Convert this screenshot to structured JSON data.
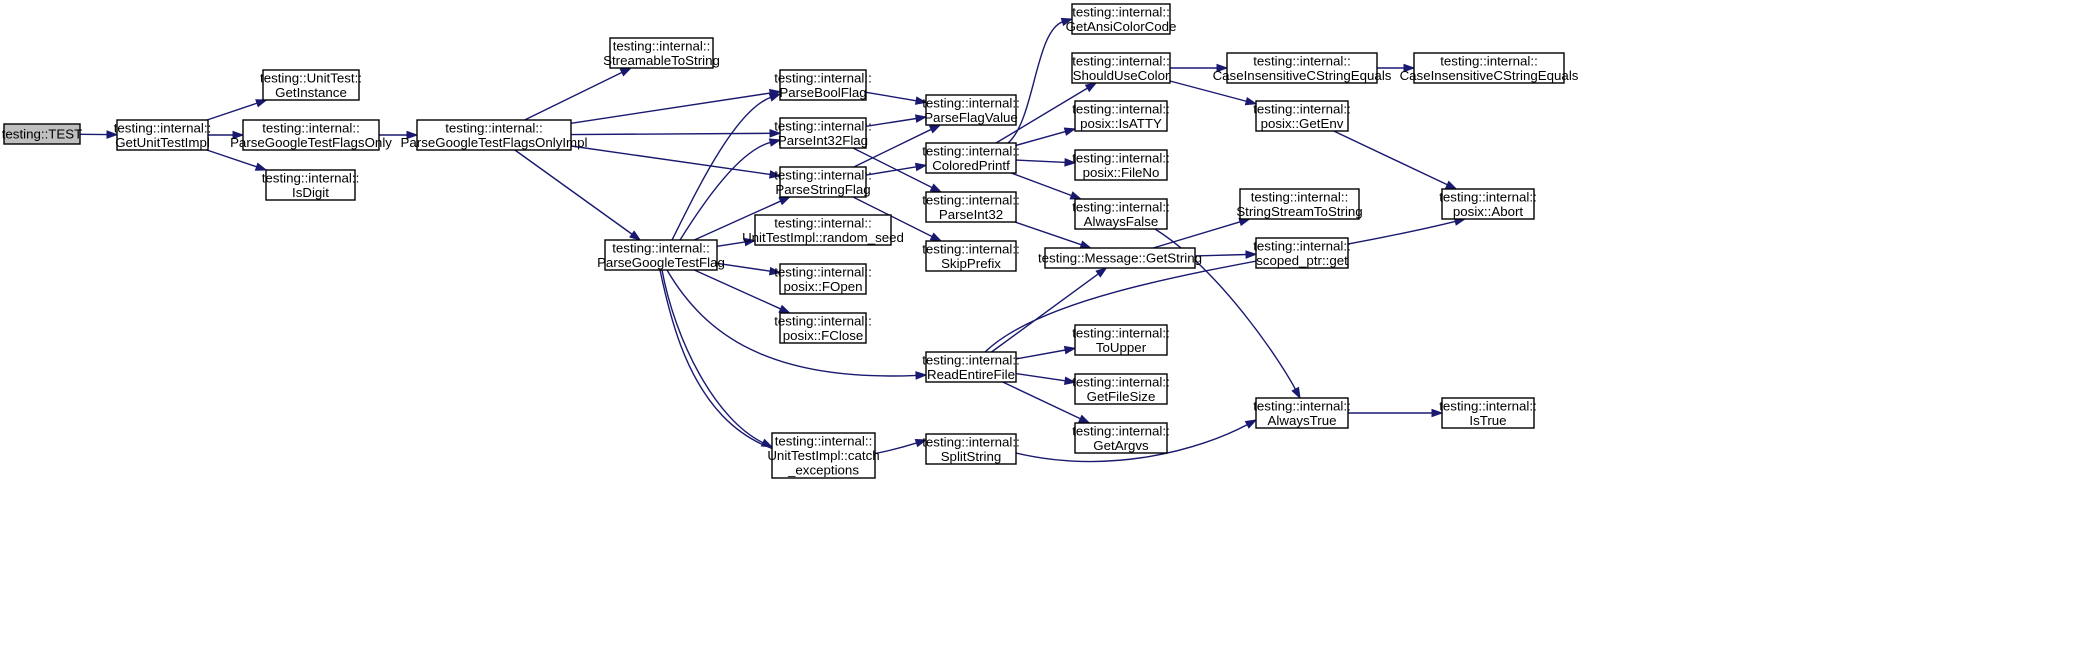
{
  "diagram": {
    "title": "",
    "edge_color": "#191970",
    "root_fill": "#bfbfbf",
    "nodes": [
      {
        "id": "test",
        "lines": [
          "testing::TEST"
        ],
        "root": true
      },
      {
        "id": "getunittestimpl",
        "lines": [
          "testing::internal::",
          "GetUnitTestImpl"
        ]
      },
      {
        "id": "getinstance",
        "lines": [
          "testing::UnitTest::",
          "GetInstance"
        ]
      },
      {
        "id": "pgtfo",
        "lines": [
          "testing::internal::",
          "ParseGoogleTestFlagsOnly"
        ]
      },
      {
        "id": "isdigit",
        "lines": [
          "testing::internal::",
          "IsDigit"
        ]
      },
      {
        "id": "pgtfoi",
        "lines": [
          "testing::internal::",
          "ParseGoogleTestFlagsOnlyImpl"
        ]
      },
      {
        "id": "streamable",
        "lines": [
          "testing::internal::",
          "StreamableToString"
        ]
      },
      {
        "id": "pgtf",
        "lines": [
          "testing::internal::",
          "ParseGoogleTestFlag"
        ]
      },
      {
        "id": "parsebool",
        "lines": [
          "testing::internal::",
          "ParseBoolFlag"
        ]
      },
      {
        "id": "parseint32flag",
        "lines": [
          "testing::internal::",
          "ParseInt32Flag"
        ]
      },
      {
        "id": "parsestring",
        "lines": [
          "testing::internal::",
          "ParseStringFlag"
        ]
      },
      {
        "id": "randomseed",
        "lines": [
          "testing::internal::",
          "UnitTestImpl::random_seed"
        ]
      },
      {
        "id": "fopen",
        "lines": [
          "testing::internal::",
          "posix::FOpen"
        ]
      },
      {
        "id": "fclose",
        "lines": [
          "testing::internal::",
          "posix::FClose"
        ]
      },
      {
        "id": "catchexc",
        "lines": [
          "testing::internal::",
          "UnitTestImpl::catch",
          "_exceptions"
        ]
      },
      {
        "id": "parseflagvalue",
        "lines": [
          "testing::internal::",
          "ParseFlagValue"
        ]
      },
      {
        "id": "coloredprintf",
        "lines": [
          "testing::internal::",
          "ColoredPrintf"
        ]
      },
      {
        "id": "parseint32",
        "lines": [
          "testing::internal::",
          "ParseInt32"
        ]
      },
      {
        "id": "skipprefix",
        "lines": [
          "testing::internal::",
          "SkipPrefix"
        ]
      },
      {
        "id": "readentirefile",
        "lines": [
          "testing::internal::",
          "ReadEntireFile"
        ]
      },
      {
        "id": "splitstring",
        "lines": [
          "testing::internal::",
          "SplitString"
        ]
      },
      {
        "id": "getansi",
        "lines": [
          "testing::internal::",
          "GetAnsiColorCode"
        ]
      },
      {
        "id": "shouldusecolor",
        "lines": [
          "testing::internal::",
          "ShouldUseColor"
        ]
      },
      {
        "id": "isatty",
        "lines": [
          "testing::internal::",
          "posix::IsATTY"
        ]
      },
      {
        "id": "fileno",
        "lines": [
          "testing::internal::",
          "posix::FileNo"
        ]
      },
      {
        "id": "alwaysfalse",
        "lines": [
          "testing::internal::",
          "AlwaysFalse"
        ]
      },
      {
        "id": "msggetstring",
        "lines": [
          "testing::Message::GetString"
        ]
      },
      {
        "id": "toupper",
        "lines": [
          "testing::internal::",
          "ToUpper"
        ]
      },
      {
        "id": "getfilesize",
        "lines": [
          "testing::internal::",
          "GetFileSize"
        ]
      },
      {
        "id": "getargvs",
        "lines": [
          "testing::internal::",
          "GetArgvs"
        ]
      },
      {
        "id": "cicse1",
        "lines": [
          "testing::internal::",
          "CaseInsensitiveCStringEquals"
        ]
      },
      {
        "id": "getenv",
        "lines": [
          "testing::internal::",
          "posix::GetEnv"
        ]
      },
      {
        "id": "sstostring",
        "lines": [
          "testing::internal::",
          "StringStreamToString"
        ]
      },
      {
        "id": "scopedptr",
        "lines": [
          "testing::internal::",
          "scoped_ptr::get"
        ]
      },
      {
        "id": "alwaystrue",
        "lines": [
          "testing::internal::",
          "AlwaysTrue"
        ]
      },
      {
        "id": "cicse2",
        "lines": [
          "testing::internal::",
          "CaseInsensitiveCStringEquals"
        ]
      },
      {
        "id": "abort",
        "lines": [
          "testing::internal::",
          "posix::Abort"
        ]
      },
      {
        "id": "istrue",
        "lines": [
          "testing::internal::",
          "IsTrue"
        ]
      }
    ],
    "edges": [
      [
        "test",
        "getunittestimpl"
      ],
      [
        "getunittestimpl",
        "getinstance"
      ],
      [
        "getunittestimpl",
        "pgtfo"
      ],
      [
        "getunittestimpl",
        "isdigit"
      ],
      [
        "pgtfo",
        "pgtfoi"
      ],
      [
        "pgtfoi",
        "streamable"
      ],
      [
        "pgtfoi",
        "parsebool"
      ],
      [
        "pgtfoi",
        "parseint32flag"
      ],
      [
        "pgtfoi",
        "parsestring"
      ],
      [
        "pgtfoi",
        "pgtf"
      ],
      [
        "pgtf",
        "parsebool"
      ],
      [
        "pgtf",
        "parseint32flag"
      ],
      [
        "pgtf",
        "parsestring"
      ],
      [
        "pgtf",
        "randomseed"
      ],
      [
        "pgtf",
        "fopen"
      ],
      [
        "pgtf",
        "fclose"
      ],
      [
        "pgtf",
        "readentirefile"
      ],
      [
        "pgtf",
        "catchexc"
      ],
      [
        "pgtf",
        "splitstring"
      ],
      [
        "parsebool",
        "parseflagvalue"
      ],
      [
        "parseint32flag",
        "parseflagvalue"
      ],
      [
        "parseint32flag",
        "parseint32"
      ],
      [
        "parsestring",
        "parseflagvalue"
      ],
      [
        "parsestring",
        "coloredprintf"
      ],
      [
        "parsestring",
        "skipprefix"
      ],
      [
        "coloredprintf",
        "getansi"
      ],
      [
        "coloredprintf",
        "shouldusecolor"
      ],
      [
        "coloredprintf",
        "isatty"
      ],
      [
        "coloredprintf",
        "fileno"
      ],
      [
        "coloredprintf",
        "alwaysfalse"
      ],
      [
        "parseint32",
        "msggetstring"
      ],
      [
        "readentirefile",
        "msggetstring"
      ],
      [
        "readentirefile",
        "abort"
      ],
      [
        "readentirefile",
        "toupper"
      ],
      [
        "readentirefile",
        "getfilesize"
      ],
      [
        "readentirefile",
        "getargvs"
      ],
      [
        "splitstring",
        "alwaystrue"
      ],
      [
        "shouldusecolor",
        "cicse1"
      ],
      [
        "shouldusecolor",
        "getenv"
      ],
      [
        "cicse1",
        "cicse2"
      ],
      [
        "getenv",
        "abort"
      ],
      [
        "msggetstring",
        "sstostring"
      ],
      [
        "msggetstring",
        "scopedptr"
      ],
      [
        "alwaysfalse",
        "alwaystrue"
      ],
      [
        "alwaystrue",
        "istrue"
      ]
    ]
  }
}
